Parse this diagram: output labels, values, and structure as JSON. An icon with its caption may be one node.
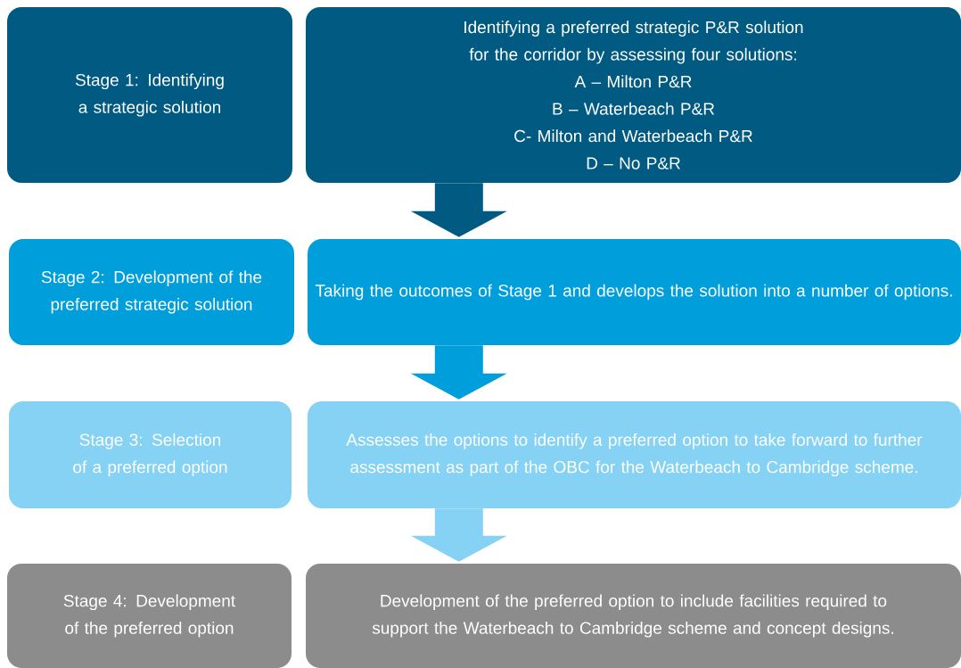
{
  "diagram": {
    "nodes": [
      {
        "text": [
          "Stage 1: Identifying a strategic solution"
        ]
      },
      {
        "text": [
          "Identifying a preferred strategic P&R solution for the corridor by assessing four solutions:",
          "A – Milton P&R",
          "B – Waterbeach P&R",
          "C- Milton and Waterbeach P&R",
          "D – No P&R"
        ]
      },
      {
        "text": [
          "Stage 2: Development of the preferred strategic solution"
        ]
      },
      {
        "text": [
          "Taking the outcomes of Stage 1 and develops the solution into a number of options."
        ]
      },
      {
        "text": [
          "Stage 3: Selection of a preferred option"
        ]
      },
      {
        "text": [
          "Assesses the options to identify a preferred option to take forward to further assessment as part of the OBC for the Waterbeach to Cambridge scheme."
        ]
      },
      {
        "text": [
          "Stage 4: Development of the preferred option"
        ]
      },
      {
        "text": [
          "Development of the preferred option to include facilities required to support the Waterbeach to Cambridge scheme and concept designs."
        ]
      }
    ],
    "edges": [
      {
        "from": 1,
        "to": 3,
        "arrow": "to",
        "color": "#005a82"
      },
      {
        "from": 3,
        "to": 5,
        "arrow": "to",
        "color": "#009fdb"
      },
      {
        "from": 5,
        "to": 7,
        "arrow": "to",
        "color": "#86d2f4"
      }
    ]
  }
}
